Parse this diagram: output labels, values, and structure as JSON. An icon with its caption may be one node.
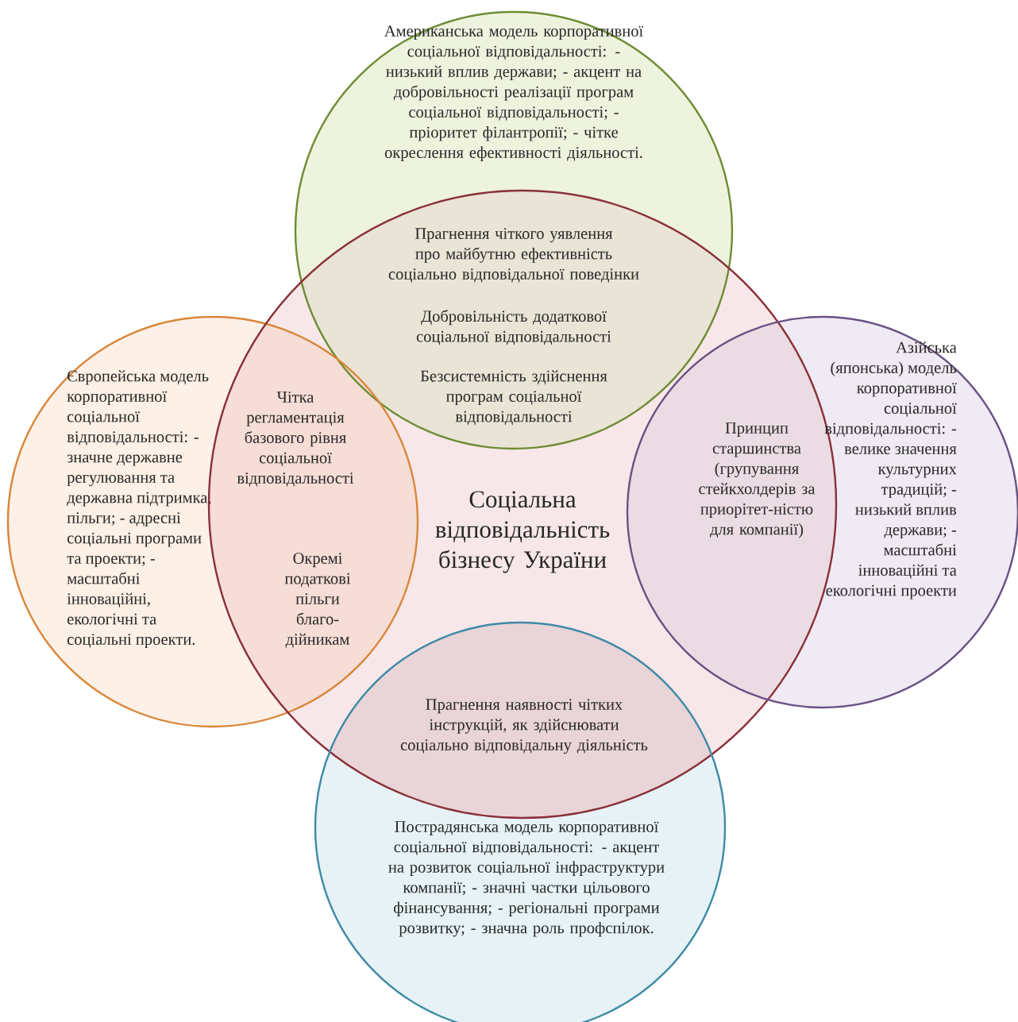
{
  "diagram": {
    "nodes": [
      {
        "text": [
          "Американська модель корпоративної соціальної відповідальності: - низький вплив держави; - акцент на добровільності реалізації програм соціальної відповідальності; - пріоритет філантропії; - чітке окреслення ефективності діяльності."
        ]
      },
      {
        "text": [
          "Європейська модель корпоративної соціальної відповідальності: - значне державне регулювання та державна підтримка, пільги; - адресні соціальні програми та проекти; - масштабні інноваційні, екологічні та соціальні проекти."
        ]
      },
      {
        "text": [
          "Соціальна відповідальність бізнесу України"
        ]
      },
      {
        "text": [
          "Азійська (японська) модель корпоративної соціальної відповідальності: - велике значення культурних традицій; - низький вплив держави; - масштабні інноваційні та екологічні проекти"
        ]
      },
      {
        "text": [
          "Пострадянська модель корпоративної соціальної відповідальності: - акцент на розвиток соціальної інфраструктури компанії; - значні частки цільового фінансування; - регіональні програми розвитку; - значна роль профспілок."
        ]
      }
    ],
    "labels": [
      "Прагнення чіткого уявлення про майбутню ефективність соціально відповідальної поведінки",
      "Добровільність додаткової соціальної відповідальності",
      "Безсистемність здійснення програм соціальної відповідальності",
      "Чітка регламентація базового рівня соціальної відповідальності",
      "Окремі податкові пільги благо-дійникам",
      "Принцип старшинства (групування стейкхолдерів за приорітет-ністю для компанії)",
      "Прагнення наявності чітких інструкцій, як здійснювати соціально відповідальну діяльність"
    ]
  }
}
